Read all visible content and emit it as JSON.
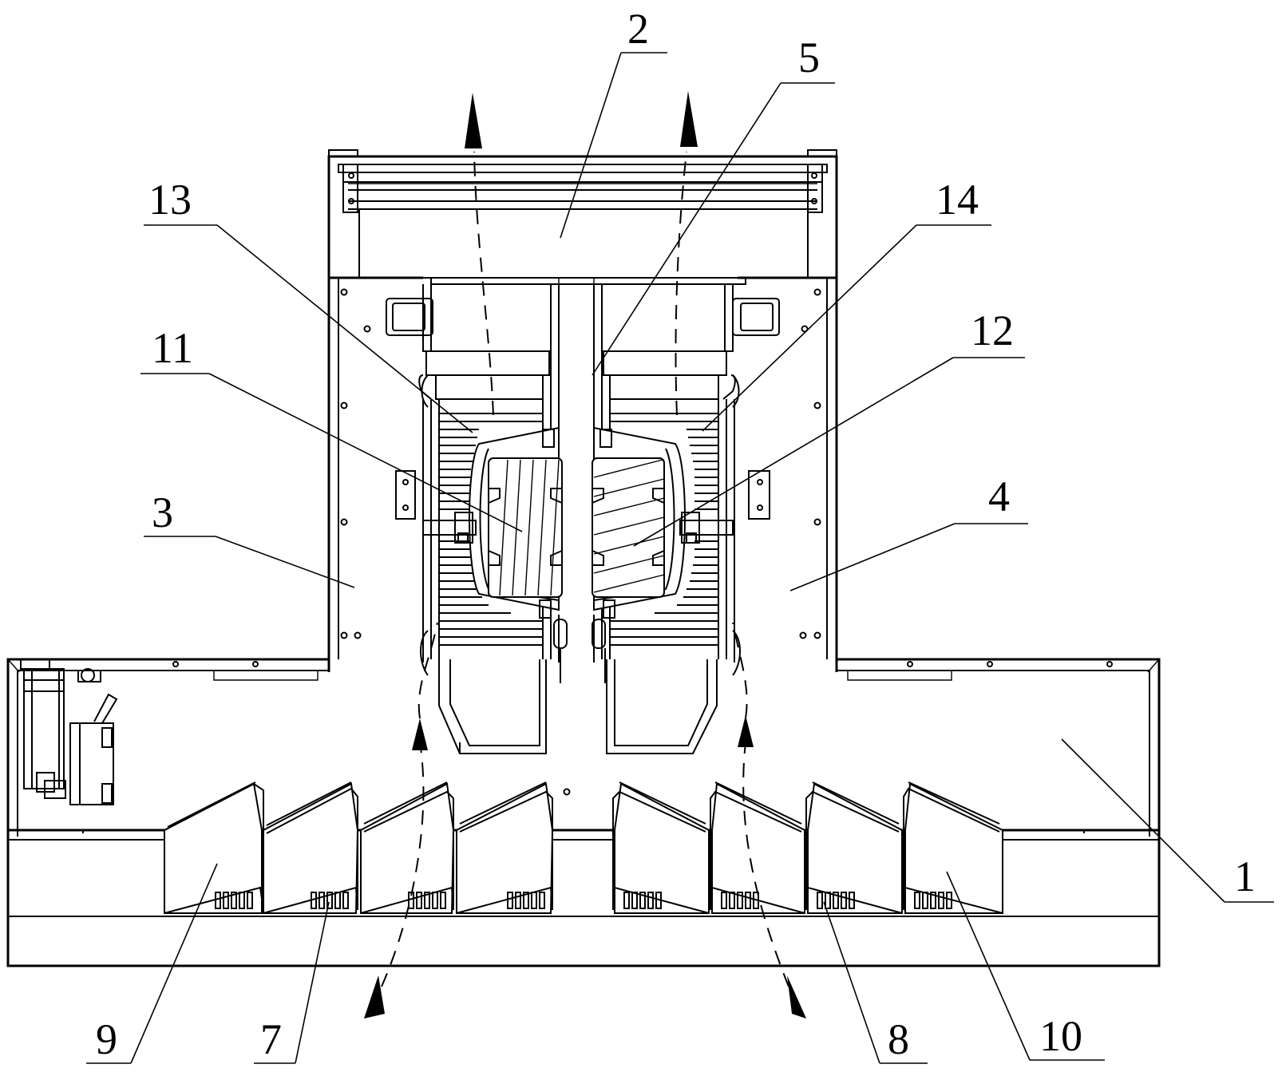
{
  "figure": {
    "callouts": [
      {
        "id": "1",
        "text": "1"
      },
      {
        "id": "2",
        "text": "2"
      },
      {
        "id": "3",
        "text": "3"
      },
      {
        "id": "4",
        "text": "4"
      },
      {
        "id": "5",
        "text": "5"
      },
      {
        "id": "7",
        "text": "7"
      },
      {
        "id": "8",
        "text": "8"
      },
      {
        "id": "9",
        "text": "9"
      },
      {
        "id": "10",
        "text": "10"
      },
      {
        "id": "11",
        "text": "11"
      },
      {
        "id": "12",
        "text": "12"
      },
      {
        "id": "13",
        "text": "13"
      },
      {
        "id": "14",
        "text": "14"
      }
    ]
  }
}
